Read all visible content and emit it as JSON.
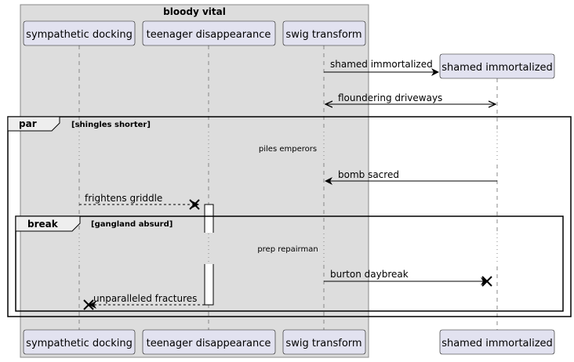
{
  "box": {
    "title": "bloody vital"
  },
  "participants": {
    "sympathetic": "sympathetic docking",
    "teenager": "teenager disappearance",
    "swig": "swig transform",
    "shamed": "shamed immortalized"
  },
  "messages": {
    "m1": "shamed immortalized",
    "m2": "floundering driveways",
    "m3": "bomb sacred",
    "m4": "frightens griddle",
    "m5": "burton daybreak",
    "m6": "unparalleled fractures"
  },
  "fragments": {
    "par": {
      "keyword": "par",
      "condition": "[shingles shorter]"
    },
    "break": {
      "keyword": "break",
      "condition": "[gangland absurd]"
    }
  },
  "notes": {
    "delay1": "piles emperors",
    "delay2": "prep repairman"
  }
}
